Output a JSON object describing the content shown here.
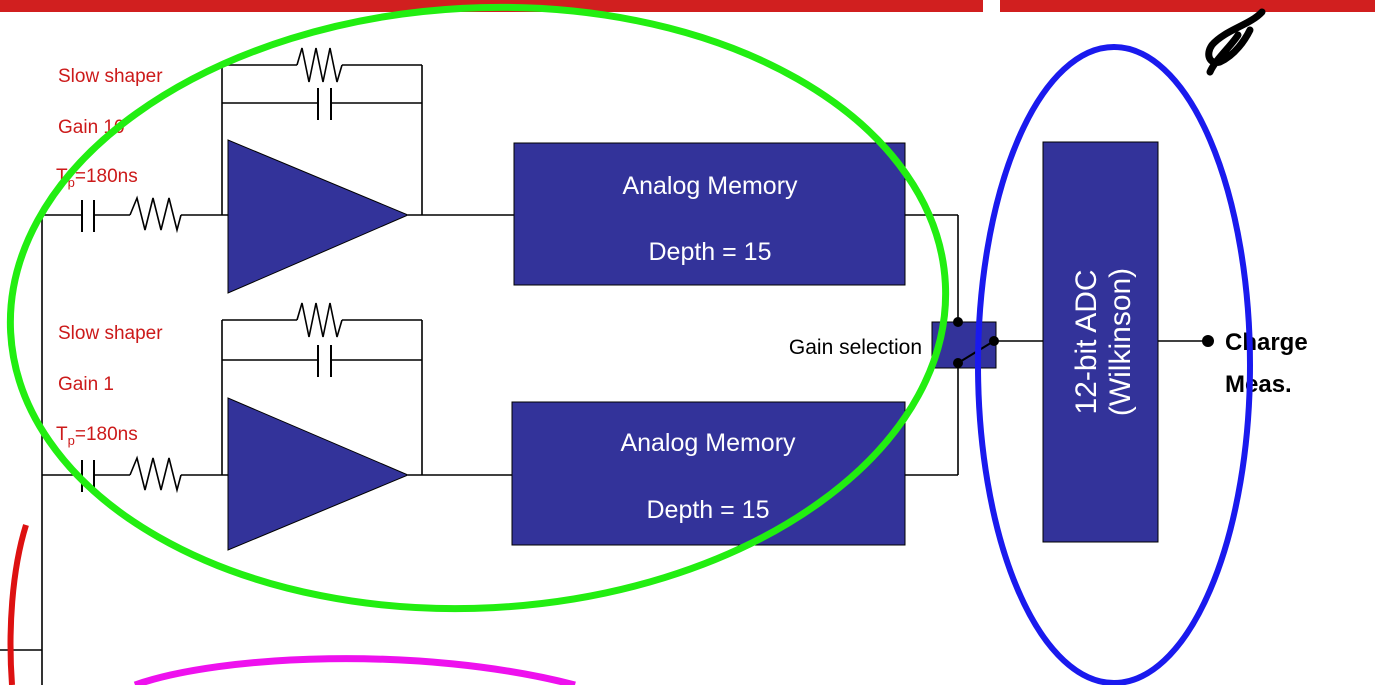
{
  "colors": {
    "block_fill": "#33339a",
    "header_bar": "#d11f1f",
    "label_red": "#cc1a1a",
    "outline_green": "#22ee11",
    "outline_blue": "#1a1aee",
    "outline_red": "#dd1111",
    "outline_magenta": "#ee11ee"
  },
  "channel_high": {
    "title": "Slow shaper",
    "gain": "Gain 10",
    "tp_prefix": "T",
    "tp_sub": "p",
    "tp_value": "=180ns"
  },
  "channel_low": {
    "title": "Slow shaper",
    "gain": "Gain 1",
    "tp_prefix": "T",
    "tp_sub": "p",
    "tp_value": "=180ns"
  },
  "memory_top": {
    "title": "Analog Memory",
    "depth": "Depth = 15"
  },
  "memory_bottom": {
    "title": "Analog Memory",
    "depth": "Depth = 15"
  },
  "gain_selection": {
    "label": "Gain selection"
  },
  "adc": {
    "line1": "12-bit ADC",
    "line2": "(Wilkinson)"
  },
  "output": {
    "line1": "Charge",
    "line2": "Meas."
  }
}
